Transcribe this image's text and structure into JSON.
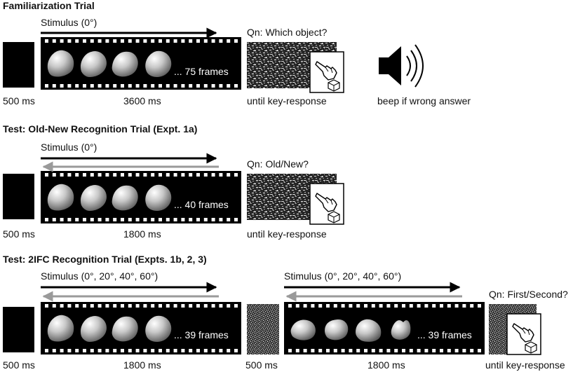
{
  "sections": [
    {
      "heading": "Familiarization Trial",
      "stimulus_label": "Stimulus (0°)",
      "question": "Qn: Which object?",
      "frames_label": "... 75 frames",
      "durations": [
        "500 ms",
        "3600 ms",
        "until key-response"
      ],
      "feedback": "beep if wrong answer"
    },
    {
      "heading": "Test: Old-New Recognition Trial (Expt. 1a)",
      "stimulus_label": "Stimulus (0°)",
      "question": "Qn: Old/New?",
      "frames_label": "... 40 frames",
      "durations": [
        "500 ms",
        "1800 ms",
        "until key-response"
      ]
    },
    {
      "heading": "Test: 2IFC Recognition Trial (Expts. 1b, 2, 3)",
      "stimulus_label_1": "Stimulus (0°, 20°, 40°, 60°)",
      "stimulus_label_2": "Stimulus (0°, 20°, 40°, 60°)",
      "question": "Qn: First/Second?",
      "frames_label_1": "... 39 frames",
      "frames_label_2": "... 39 frames",
      "durations": [
        "500 ms",
        "1800 ms",
        "500 ms",
        "1800 ms",
        "until key-response"
      ]
    }
  ],
  "colors": {
    "forward_arrow": "#000000",
    "backward_arrow": "#9a9a9a",
    "film": "#000000",
    "blob": "#bfbfbf"
  },
  "icons": [
    "speaker-icon",
    "pointing-hand-icon",
    "noise-mask",
    "film-strip"
  ]
}
